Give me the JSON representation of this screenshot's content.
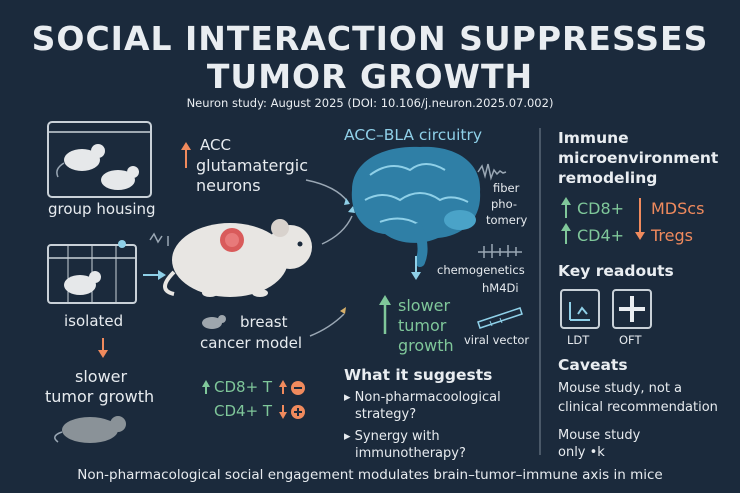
{
  "title_line1": "SOCIAL INTERACTION SUPPRESSES",
  "title_line2": "TUMOR GROWTH",
  "subtitle": "Neuron study: August 2025 (DOI: 10.106/j.neuron.2025.07.002)",
  "left": {
    "group_housing": "group housing",
    "isolated": "isolated",
    "slower_growth_line1": "slower",
    "slower_growth_line2": "tumor growth"
  },
  "acc": {
    "line1": "ACC",
    "line2": "glutamatergic",
    "line3": "neurons"
  },
  "model": {
    "line1": "breast",
    "line2": "cancer model"
  },
  "tcells": {
    "cd8": "CD8+ T",
    "cd4": "CD4+ T"
  },
  "circuit": {
    "title": "ACC–BLA circuitry",
    "fiber_line1": "fiber",
    "fiber_line2": "pho-",
    "fiber_line3": "tomery",
    "chemo_line1": "chemogenetics",
    "chemo_line2": "hM4Di",
    "viral": "viral vector",
    "slower_line1": "slower",
    "slower_line2": "tumor",
    "slower_line3": "growth"
  },
  "suggests": {
    "title": "What it suggests",
    "item1_line1": "Non-pharmacoological",
    "item1_line2": "strategy?",
    "item2_line1": "Synergy with",
    "item2_line2": "immunotherapy?"
  },
  "immune": {
    "title_line1": "Immune",
    "title_line2": "microenvironment",
    "title_line3": "remodeling",
    "cd8": "CD8+",
    "cd4": "CD4+",
    "mdscs": "MDScs",
    "tregs": "Tregs"
  },
  "readouts": {
    "title": "Key readouts",
    "ldt": "LDT",
    "oft": "OFT"
  },
  "caveats": {
    "title": "Caveats",
    "line1": "Mouse study, not a",
    "line2": "clinical recommendation",
    "line3": "Mouse study",
    "line4": "only •k"
  },
  "footer": "Non-pharmacological social engagement modulates brain–tumor–immune axis in mice",
  "colors": {
    "background": "#1b2a3c",
    "green": "#7fc79a",
    "orange": "#f08a5d",
    "brain": "#2f7fa6"
  }
}
